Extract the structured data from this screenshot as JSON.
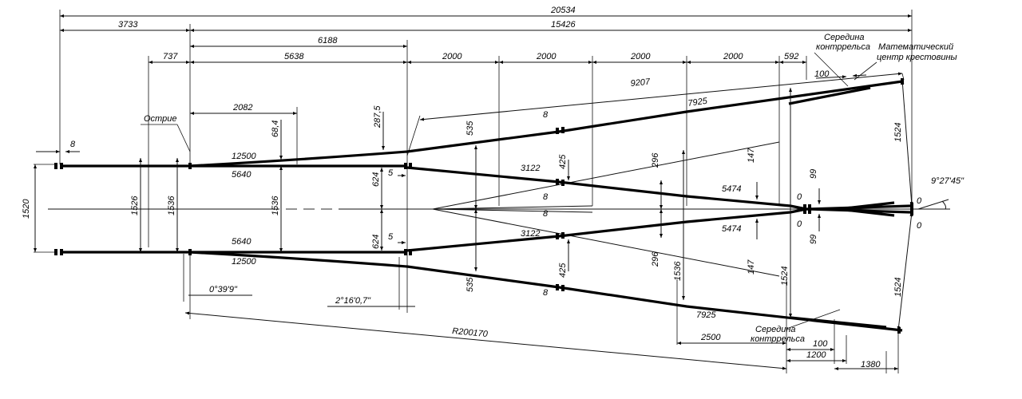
{
  "diagram": {
    "labels": {
      "overall": "20534",
      "front": "3733",
      "main": "15426",
      "d737": "737",
      "d6188": "6188",
      "d5638": "5638",
      "s1": "2000",
      "s2": "2000",
      "s3": "2000",
      "s4": "2000",
      "d592": "592",
      "d9207": "9207",
      "d7925_top": "7925",
      "d7925_bot": "7925",
      "d100_top": "100",
      "d100_bot": "100",
      "d2082": "2082",
      "d8_left": "8",
      "d8_top": "8",
      "d8_mid1": "8",
      "d8_mid2": "8",
      "d8_bot": "8",
      "d684": "68,4",
      "d2875": "287,5",
      "d535_top": "535",
      "d535_bot": "535",
      "d425_top": "425",
      "d425_bot": "425",
      "d296_top": "296",
      "d296_bot": "296",
      "d147_top": "147",
      "d147_bot": "147",
      "d99_top": "99",
      "d99_bot": "99",
      "d1524_right_top": "1524",
      "d1524_right_bot": "1524",
      "d1524_mid": "1524",
      "d1536_mid": "1536",
      "d1536_left": "1536",
      "d1536_center": "1536",
      "d1526": "1526",
      "d1520": "1520",
      "d624_top": "624",
      "d624_bot": "624",
      "d5_top": "5",
      "d5_bot": "5",
      "r12500_top": "12500",
      "r12500_bot": "12500",
      "d5640_top": "5640",
      "d5640_bot": "5640",
      "d3122_top": "3122",
      "d3122_bot": "3122",
      "d5474_top": "5474",
      "d5474_bot": "5474",
      "zero1": "0",
      "zero2": "0",
      "zero3": "0",
      "zero4": "0",
      "angle_cross": "9°27'45\"",
      "angle_point": "0°39'9\"",
      "angle_switch": "2°16'0,7\"",
      "radius": "R200170",
      "d2500": "2500",
      "d1200": "1200",
      "d1380": "1380",
      "point_label": "Острие",
      "checkrail_top_1": "Середина",
      "checkrail_top_2": "контррельса",
      "checkrail_bot_1": "Середина",
      "checkrail_bot_2": "контррельса",
      "math_center_1": "Математический",
      "math_center_2": "центр крестовины"
    }
  }
}
